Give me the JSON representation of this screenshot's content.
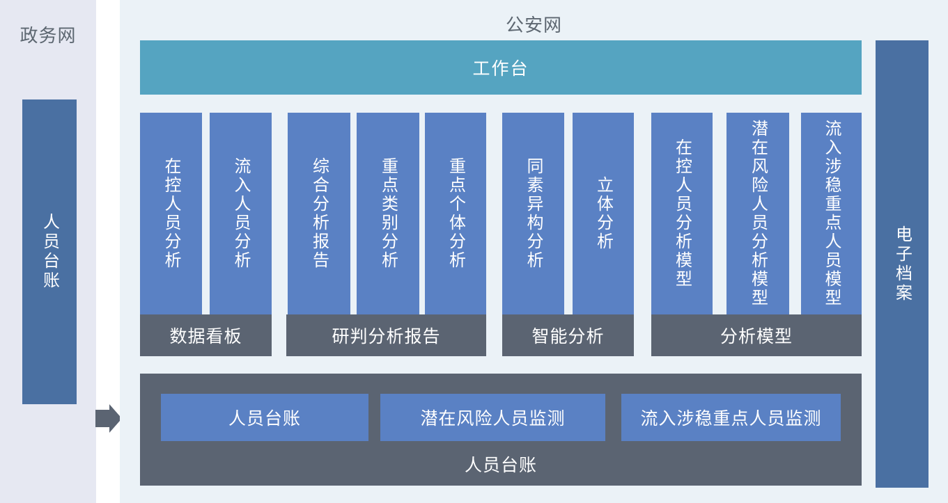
{
  "left_panel": {
    "title": "政务网",
    "bar_label": "人员台账"
  },
  "right_panel": {
    "title": "公安网",
    "workbench_label": "工作台",
    "archive_label": "电子档案",
    "groups": [
      {
        "label": "数据看板",
        "columns": [
          "在控人员分析",
          "流入人员分析"
        ]
      },
      {
        "label": "研判分析报告",
        "columns": [
          "综合分析报告",
          "重点类别分析",
          "重点个体分析"
        ]
      },
      {
        "label": "智能分析",
        "columns": [
          "同素异构分析",
          "立体分析"
        ]
      },
      {
        "label": "分析模型",
        "columns": [
          "在控人员分析模型",
          "潜在风险人员分析模型",
          "流入涉稳重点人员模型"
        ]
      }
    ],
    "bottom_box": {
      "label": "人员台账",
      "buttons": [
        "人员台账",
        "潜在风险人员监测",
        "流入涉稳重点人员监测"
      ]
    }
  },
  "icons": {
    "flow_arrow": "right-arrow"
  },
  "colors": {
    "column_blue": "#5a81c4",
    "side_bar_blue": "#4a70a2",
    "workbench_teal": "#55a4c1",
    "group_dark_gray": "#5b6472",
    "left_panel_bg": "#e6e8f2",
    "right_panel_bg": "#ebf2f7",
    "title_text": "#5d6771"
  }
}
